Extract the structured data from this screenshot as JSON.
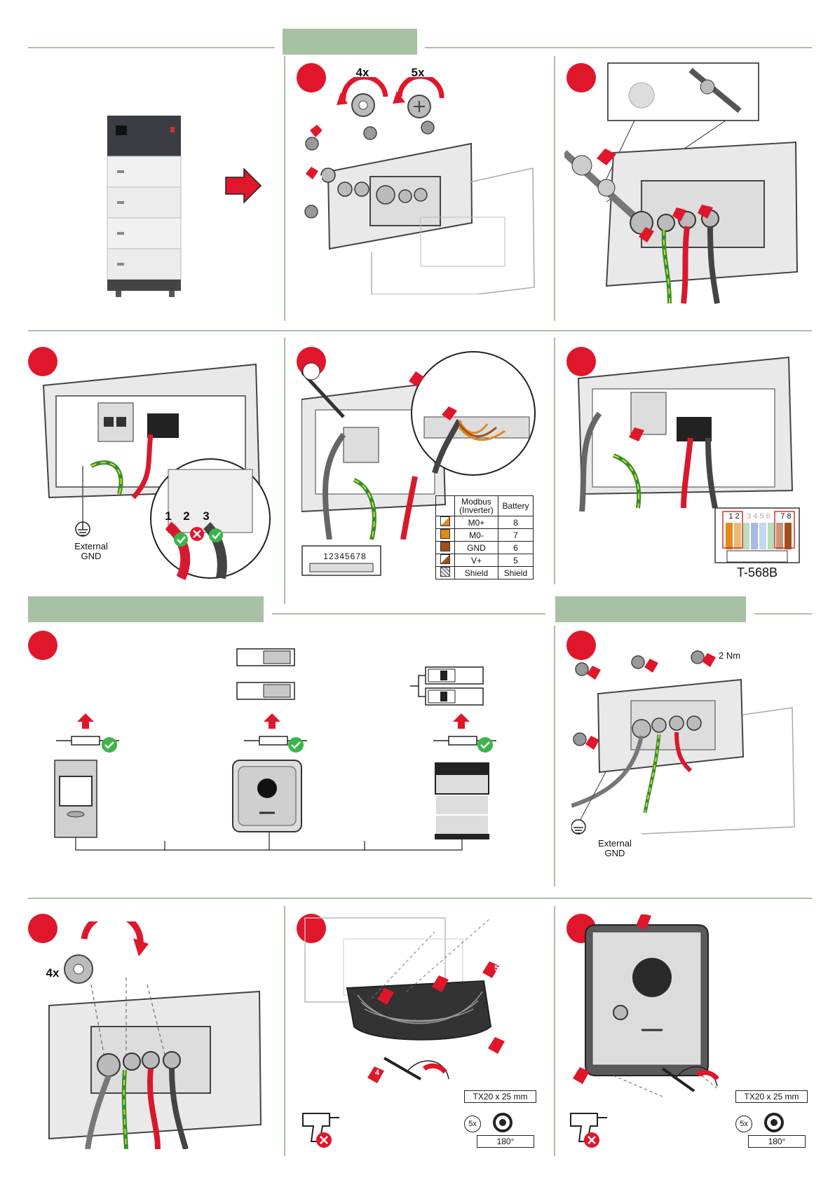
{
  "colors": {
    "accent_red": "#e0162b",
    "band_green": "#a6c1a3",
    "check_green": "#3ab54a"
  },
  "panel2": {
    "count_loosen": "4x",
    "count_unscrew": "5x"
  },
  "panel4": {
    "external_gnd": "External\nGND",
    "terminal_1": "1",
    "terminal_2": "2",
    "terminal_3": "3"
  },
  "panel5": {
    "connector_pins": "12345678",
    "table": {
      "header_modbus": "Modbus\n(Inverter)",
      "header_battery": "Battery",
      "rows": [
        {
          "signal": "M0+",
          "battery": "8"
        },
        {
          "signal": "M0-",
          "battery": "7"
        },
        {
          "signal": "GND",
          "battery": "6"
        },
        {
          "signal": "V+",
          "battery": "5"
        },
        {
          "signal": "Shield",
          "battery": "Shield"
        }
      ]
    }
  },
  "panel6": {
    "pins_left": "1 2",
    "pins_mid": "3 4 5 6",
    "pins_right": "7 8",
    "standard": "T-568B"
  },
  "panel8": {
    "torque": "2 Nm",
    "external_gnd": "External\nGND"
  },
  "panel9": {
    "count": "4x"
  },
  "panel10": {
    "tool_spec": "TX20 x 25 mm",
    "count": "5x",
    "angle": "180°"
  },
  "panel11": {
    "tool_spec": "TX20 x 25 mm",
    "count": "5x",
    "angle": "180°"
  },
  "numbers": {
    "n1": "1",
    "n2": "2",
    "n3": "3",
    "n4": "4",
    "n5": "5"
  }
}
